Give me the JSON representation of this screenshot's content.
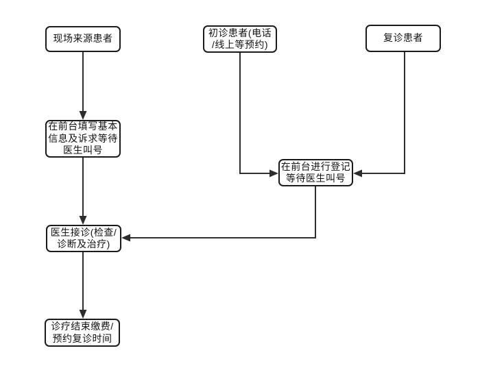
{
  "diagram": {
    "colors": {
      "line": "#2d2d2d",
      "box_border": "#1a1a1a",
      "background": "#ffffff"
    },
    "nodes": {
      "walkin_patient": {
        "lines": [
          "现场来源患者"
        ]
      },
      "first_visit_patient": {
        "lines": [
          "初诊患者(电话",
          "/线上等预约)"
        ]
      },
      "return_patient": {
        "lines": [
          "复诊患者"
        ]
      },
      "front_desk_form": {
        "lines": [
          "在前台填写基本",
          "信息及诉求等待",
          "医生叫号"
        ]
      },
      "front_desk_register": {
        "lines": [
          "在前台进行登记",
          "等待医生叫号"
        ]
      },
      "doctor_consult": {
        "lines": [
          "医生接诊(检查/",
          "诊断及治疗)"
        ]
      },
      "checkout": {
        "lines": [
          "诊疗结束缴费/",
          "预约复诊时间"
        ]
      }
    }
  }
}
